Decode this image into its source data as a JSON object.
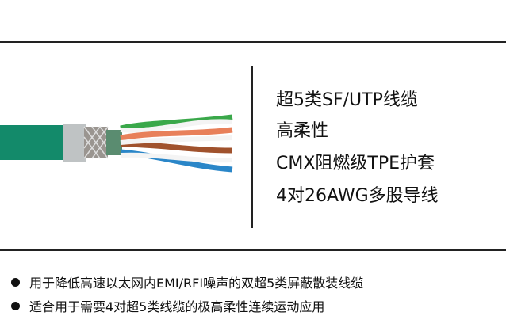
{
  "specs": [
    "超5类SF/UTP线缆",
    "高柔性",
    "CMX阻燃级TPE护套",
    "4对26AWG多股导线"
  ],
  "bullets": [
    "用于降低高速以太网内EMI/RFI噪声的双超5类屏蔽散装线缆",
    "适合用于需要4对超5类线缆的极高柔性连续运动应用"
  ],
  "colors": {
    "jacket": "#138a6a",
    "green_pair": "#3aa84a",
    "orange_pair": "#e8805a",
    "brown_pair": "#a0522d",
    "blue_pair": "#2a86c8"
  }
}
